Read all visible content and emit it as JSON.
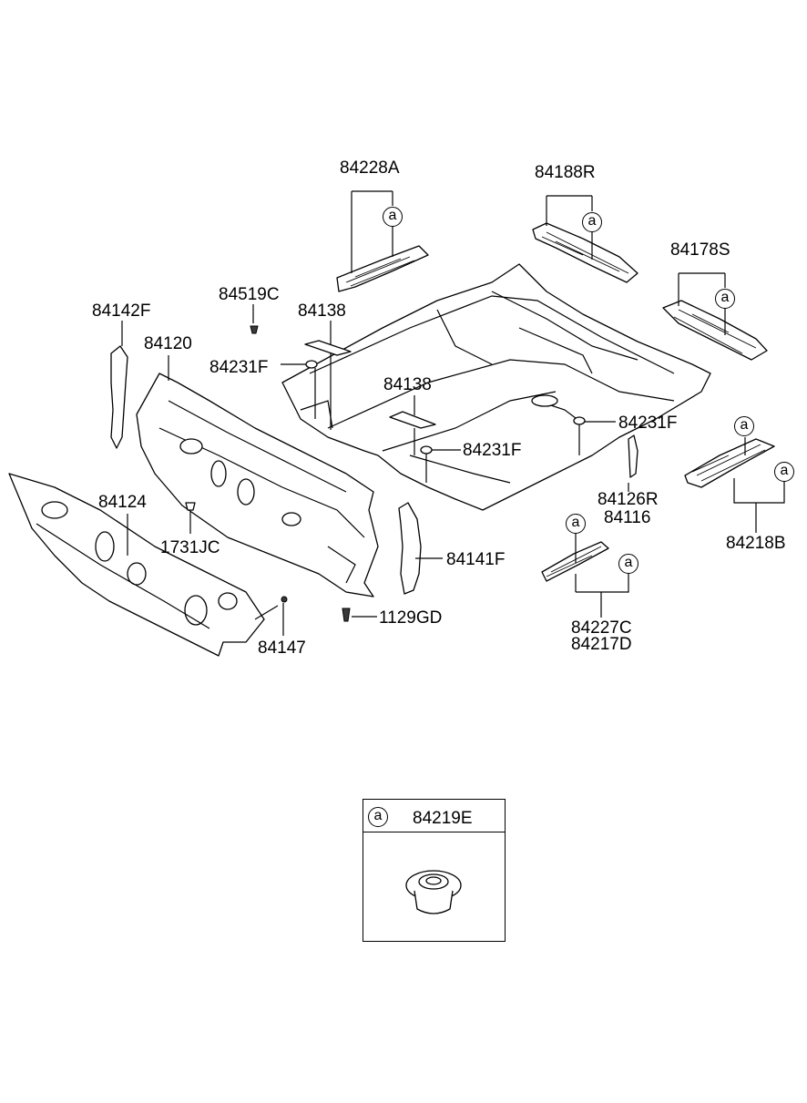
{
  "labels": {
    "p84228A": "84228A",
    "p84188R": "84188R",
    "p84178S": "84178S",
    "p84519C": "84519C",
    "p84138_top": "84138",
    "p84142F": "84142F",
    "p84120": "84120",
    "p84231F_left": "84231F",
    "p84138_mid": "84138",
    "p84231F_right": "84231F",
    "p84231F_center": "84231F",
    "p84124": "84124",
    "p84126R": "84126R",
    "p84116": "84116",
    "p84218B": "84218B",
    "p1731JC": "1731JC",
    "p84141F": "84141F",
    "p1129GD": "1129GD",
    "p84147": "84147",
    "p84227C": "84227C",
    "p84217D": "84217D"
  },
  "callout_letter": "a",
  "legend": {
    "letter": "a",
    "part_number": "84219E"
  }
}
